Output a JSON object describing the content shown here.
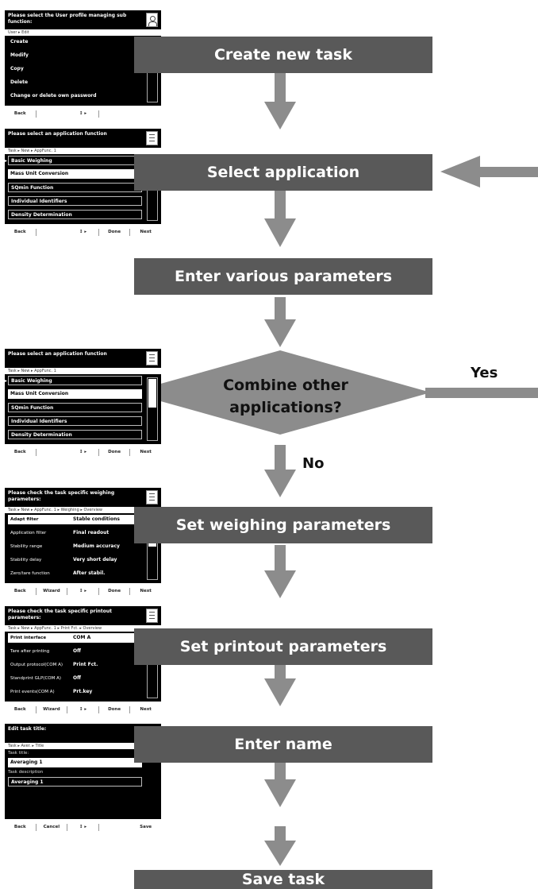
{
  "flow": {
    "steps": [
      "Create new task",
      "Select application",
      "Enter various parameters",
      "Set weighing parameters",
      "Set printout parameters",
      "Enter name",
      "Save task"
    ],
    "decision": {
      "line1": "Combine other",
      "line2": "applications?",
      "yes": "Yes",
      "no": "No"
    }
  },
  "screens": {
    "s1": {
      "header": "Please select the User profile managing sub function:",
      "crumb": "User ▸ Edit",
      "rows": [
        "Create",
        "Modify",
        "Copy",
        "Delete",
        "Change or delete own password"
      ],
      "footer": [
        "Back",
        "",
        "↕ ▸",
        "",
        ""
      ]
    },
    "s2": {
      "header": "Please select an application function",
      "crumb": "Task ▸ New ▸ AppFunc. 1",
      "rows": [
        "Basic Weighing",
        "Mass Unit Conversion",
        "SQmin Function",
        "Individual Identifiers",
        "Density Determination"
      ],
      "footer": [
        "Back",
        "",
        "↕ ▸",
        "Done",
        "Next"
      ]
    },
    "s3": {
      "header": "Please select an application function",
      "crumb": "Task ▸ New ▸ AppFunc. 1",
      "rows": [
        "Basic Weighing",
        "Mass Unit Conversion",
        "SQmin Function",
        "Individual Identifiers",
        "Density Determination"
      ],
      "footer": [
        "Back",
        "",
        "↕ ▸",
        "Done",
        "Next"
      ]
    },
    "s4": {
      "header": "Please check the task specific weighing parameters:",
      "crumb": "Task ▸ New ▸ AppFunc. 1 ▸ Weighing ▸ Overview",
      "rows": [
        {
          "k": "Adapt filter",
          "v": "Stable conditions"
        },
        {
          "k": "Application filter",
          "v": "Final readout"
        },
        {
          "k": "Stability range",
          "v": "Medium accuracy"
        },
        {
          "k": "Stability delay",
          "v": "Very short delay"
        },
        {
          "k": "Zero/tare function",
          "v": "After stabil."
        }
      ],
      "footer": [
        "Back",
        "Wizard",
        "↕ ▸",
        "Done",
        "Next"
      ]
    },
    "s5": {
      "header": "Please check the task specific printout parameters:",
      "crumb": "Task ▸ New ▸ AppFunc. 1 ▸ Print Fct. ▸ Overview",
      "rows": [
        {
          "k": "Print interface",
          "v": "COM A"
        },
        {
          "k": "Tare after printing",
          "v": "Off"
        },
        {
          "k": "Output protocol(COM A)",
          "v": "Print Fct."
        },
        {
          "k": "Standprint GLP(COM A)",
          "v": "Off"
        },
        {
          "k": "Print events(COM A)",
          "v": "Prt.key"
        }
      ],
      "footer": [
        "Back",
        "Wizard",
        "↕ ▸",
        "Done",
        "Next"
      ]
    },
    "s6": {
      "header": "Edit task title:",
      "crumb": "Task ▸ Aver. ▸ Title",
      "title_label": "Task title:",
      "title_value": "Averaging 1",
      "desc_label": "Task description",
      "desc_value": "Averaging 1",
      "footer": [
        "Back",
        "Cancel",
        "↕ ▸",
        "",
        "Save"
      ]
    }
  }
}
